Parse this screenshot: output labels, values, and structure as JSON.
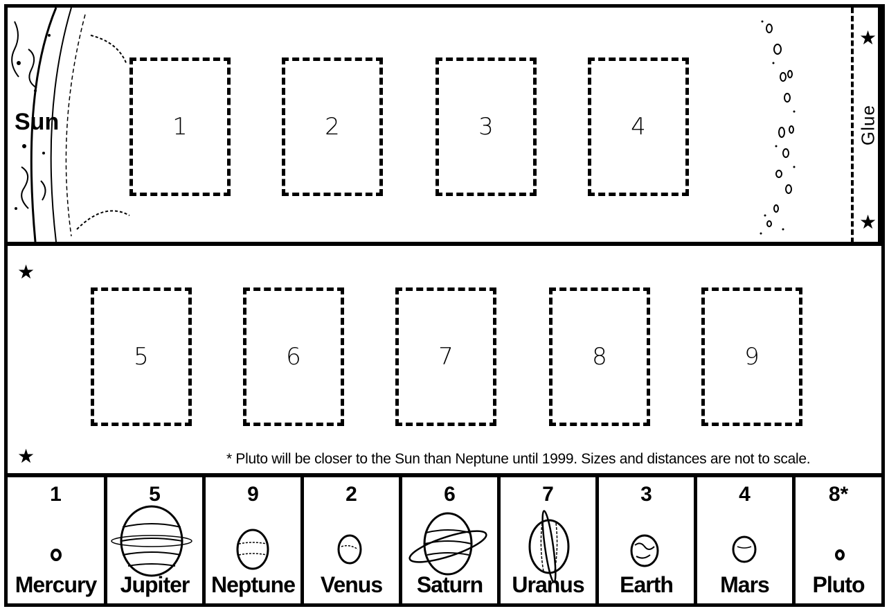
{
  "top_strip": {
    "sun_label": "Sun",
    "glue_label": "Glue",
    "slots": [
      "1",
      "2",
      "3",
      "4"
    ]
  },
  "middle_strip": {
    "slots": [
      "5",
      "6",
      "7",
      "8",
      "9"
    ],
    "footnote": "* Pluto will be closer to the Sun than Neptune until 1999. Sizes and distances are not to scale."
  },
  "cards": [
    {
      "number": "1",
      "name": "Mercury",
      "icon": "mercury-icon"
    },
    {
      "number": "5",
      "name": "Jupiter",
      "icon": "jupiter-icon"
    },
    {
      "number": "9",
      "name": "Neptune",
      "icon": "neptune-icon"
    },
    {
      "number": "2",
      "name": "Venus",
      "icon": "venus-icon"
    },
    {
      "number": "6",
      "name": "Saturn",
      "icon": "saturn-icon"
    },
    {
      "number": "7",
      "name": "Uranus",
      "icon": "uranus-icon"
    },
    {
      "number": "3",
      "name": "Earth",
      "icon": "earth-icon"
    },
    {
      "number": "4",
      "name": "Mars",
      "icon": "mars-icon"
    },
    {
      "number": "8*",
      "name": "Pluto",
      "icon": "pluto-icon"
    }
  ],
  "star_glyph": "★"
}
